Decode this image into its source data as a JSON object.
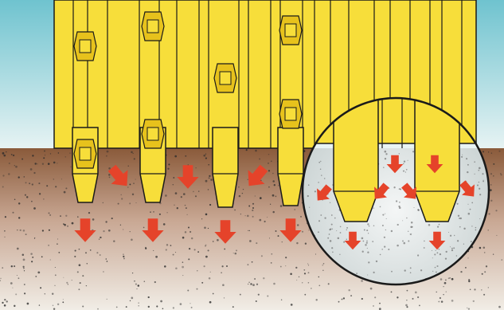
{
  "illustration": {
    "subject": "sheet-piles-driven-into-soil-with-magnified-detail",
    "colors": {
      "sky_top": "#6fc3cf",
      "sky_bottom": "#e9f4f4",
      "pile_fill": "#f7de3a",
      "pile_shade": "#e7c21c",
      "pile_outline": "#1a1a1a",
      "soil_top": "#8a5a3a",
      "soil_mid": "#c9a894",
      "soil_bottom": "#f1ede6",
      "soil_speckle": "#2a2a2a",
      "arrow": "#e5432a",
      "lens_fill": "#e8ecec",
      "lens_border": "#1a1a1a"
    },
    "counts": {
      "pile_groups_main": 4,
      "piles_in_magnifier": 2
    },
    "arrow_directions": [
      "down",
      "down-right",
      "down-left",
      "left",
      "right"
    ],
    "background_icon": "none"
  }
}
